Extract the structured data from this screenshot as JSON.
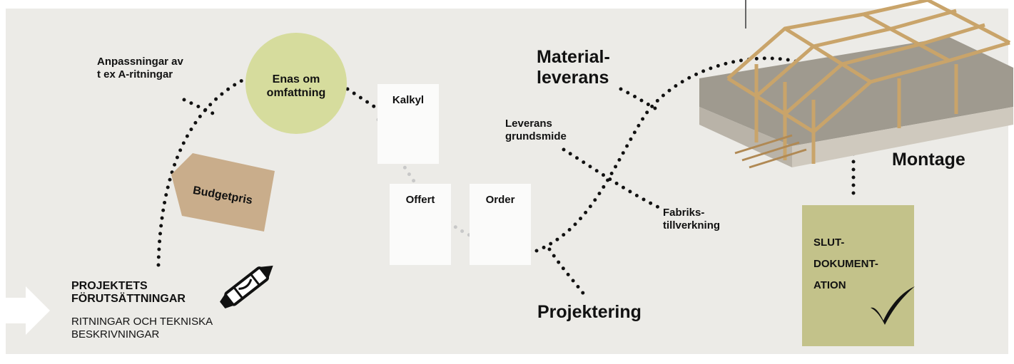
{
  "labels": {
    "anpassningar": "Anpassningar av\nt ex A-ritningar",
    "enas": "Enas om\nomfattning",
    "budgetpris": "Budgetpris",
    "kalkyl": "Kalkyl",
    "offert": "Offert",
    "order": "Order",
    "material": "Material-\nleverans",
    "leverans_grundsmide": "Leverans\ngrundsmide",
    "fabrikstillverkning": "Fabriks-\ntillverkning",
    "montage": "Montage",
    "projektering": "Projektering",
    "projektets_title": "PROJEKTETS\nFÖRUTSÄTTNINGAR",
    "projektets_sub": "RITNINGAR OCH TEKNISKA\nBESKRIVNINGAR",
    "slutdokumentation": "SLUT-\nDOKUMENT-\nATION",
    "check": "✓"
  },
  "icons": {
    "crayon": "crayon-icon",
    "arrow": "right-arrow-icon",
    "building": "timber-frame-building-illustration",
    "check": "checkmark-icon"
  },
  "colors": {
    "background": "#ecebe7",
    "circle": "#d6dc9d",
    "tag": "#c9ad8b",
    "box": "#c3c28a",
    "card": "#fbfbfa",
    "dots": "#111111",
    "dots_light": "#c8c8c8"
  }
}
